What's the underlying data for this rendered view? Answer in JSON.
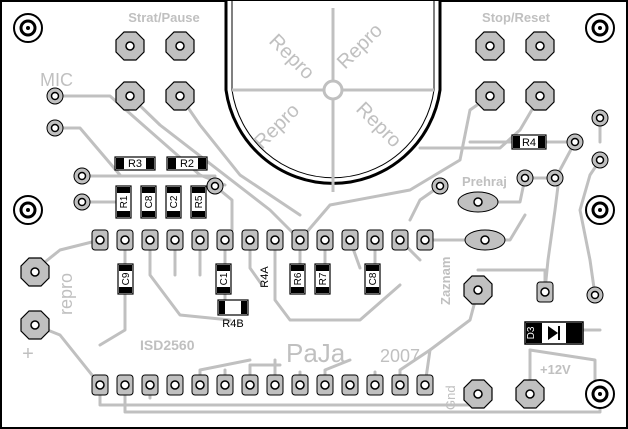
{
  "labels": {
    "start_pause": "Strat/Pause",
    "stop_reset": "Stop/Reset",
    "mic": "MIC",
    "speaker": "Repro",
    "prehraj": "Prehraj",
    "zaznam": "Zaznam",
    "gnd": "Gnd",
    "repro": "repro",
    "plus": "+",
    "isd": "ISD2560",
    "author": "PaJa",
    "year": "2007",
    "plus12v": "+12V"
  },
  "components": {
    "r1": "R1",
    "r2": "R2",
    "r3": "R3",
    "r4": "R4",
    "r5": "R5",
    "r6": "R6",
    "r7": "R7",
    "r4a": "R4A",
    "r4b": "R4B",
    "c1": "C1",
    "c2": "C2",
    "c8": "C8",
    "c9": "C9",
    "d3": "D3"
  },
  "colors": {
    "copper": "#c0c0c0",
    "pad_ring": "#000000",
    "background": "#ffffff",
    "outline": "#000000"
  }
}
